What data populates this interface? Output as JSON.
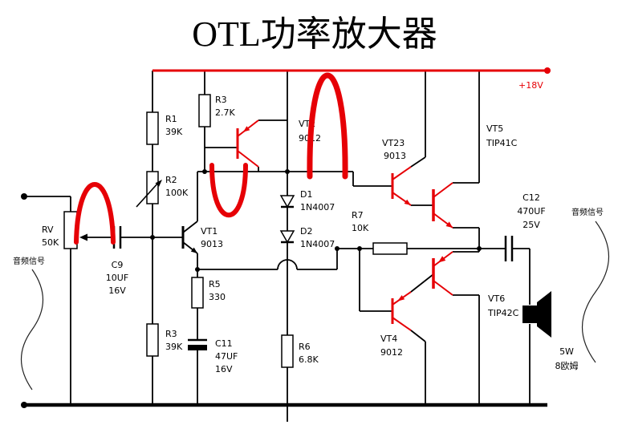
{
  "title": "OTL功率放大器",
  "power_rail": {
    "label": "+18V"
  },
  "annotations": {
    "audio_in_label": "音频信号",
    "audio_out_label": "音频信号"
  },
  "speaker": {
    "power": "5W",
    "impedance": "8欧姆"
  },
  "colors": {
    "wire": "#000000",
    "highlight_red": "#e60006"
  },
  "components": {
    "r1": {
      "name": "R1",
      "value": "39K"
    },
    "r2": {
      "name": "R2",
      "value": "100K"
    },
    "r3_top": {
      "name": "R3",
      "value": "2.7K"
    },
    "r3_bottom": {
      "name": "R3",
      "value": "39K"
    },
    "r5": {
      "name": "R5",
      "value": "330"
    },
    "r6": {
      "name": "R6",
      "value": "6.8K"
    },
    "r7": {
      "name": "R7",
      "value": "10K"
    },
    "rv": {
      "name": "RV",
      "value": "50K"
    },
    "c9": {
      "name": "C9",
      "value": "10UF",
      "voltage": "16V"
    },
    "c11": {
      "name": "C11",
      "value": "47UF",
      "voltage": "16V"
    },
    "c12": {
      "name": "C12",
      "value": "470UF",
      "voltage": "25V"
    },
    "d1": {
      "name": "D1",
      "value": "1N4007"
    },
    "d2": {
      "name": "D2",
      "value": "1N4007"
    },
    "vt1": {
      "name": "VT1",
      "value": "9013"
    },
    "vt2": {
      "name": "VT2",
      "value": "9012"
    },
    "vt23": {
      "name": "VT23",
      "value": "9013"
    },
    "vt4": {
      "name": "VT4",
      "value": "9012"
    },
    "vt5": {
      "name": "VT5",
      "value": "TIP41C"
    },
    "vt6": {
      "name": "VT6",
      "value": "TIP42C"
    }
  }
}
